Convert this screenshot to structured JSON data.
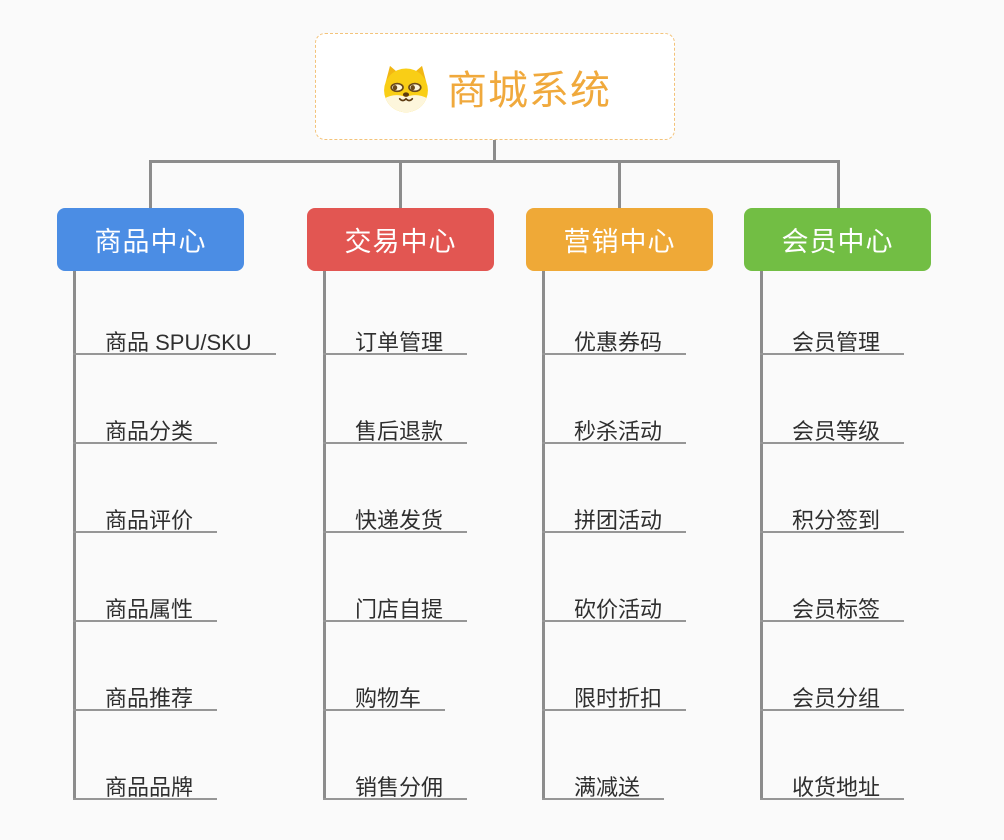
{
  "root": {
    "title": "商城系统",
    "icon": "shiba-dog-icon",
    "title_color": "#f0a93c",
    "border_color": "#f3c37a"
  },
  "colors": {
    "background": "#fafafa",
    "connector": "#8c8c8c",
    "underline": "#969696",
    "leaf_text": "#2f2f2f"
  },
  "branches": [
    {
      "label": "商品中心",
      "color": "#4b8de4",
      "items": [
        "商品 SPU/SKU",
        "商品分类",
        "商品评价",
        "商品属性",
        "商品推荐",
        "商品品牌"
      ]
    },
    {
      "label": "交易中心",
      "color": "#e25652",
      "items": [
        "订单管理",
        "售后退款",
        "快递发货",
        "门店自提",
        "购物车",
        "销售分佣"
      ]
    },
    {
      "label": "营销中心",
      "color": "#efa937",
      "items": [
        "优惠券码",
        "秒杀活动",
        "拼团活动",
        "砍价活动",
        "限时折扣",
        "满减送"
      ]
    },
    {
      "label": "会员中心",
      "color": "#72be44",
      "items": [
        "会员管理",
        "会员等级",
        "积分签到",
        "会员标签",
        "会员分组",
        "收货地址"
      ]
    }
  ]
}
